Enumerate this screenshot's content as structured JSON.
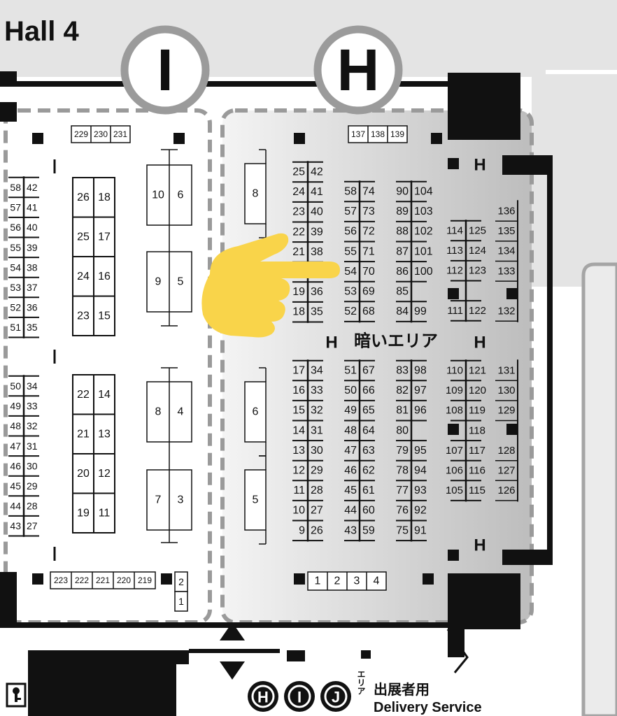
{
  "hall_title": "Hall 4",
  "area_letters": {
    "left_circle": "I",
    "right_circle": "H"
  },
  "dark_area_label": "暗いエリア",
  "hydrant_mark": "H",
  "delivery": {
    "circle_letters": [
      "H",
      "I",
      "J"
    ],
    "area_label": "エリア",
    "exhibitor_label": "出展者用",
    "service_label": "Delivery Service"
  },
  "colors": {
    "dark": "#111111",
    "hall_grey": "#dcdcdc",
    "dashed_border": "#9a9a9a",
    "circle_ring": "#9b9b9b",
    "pointer_hand": "#f9d44a"
  },
  "icons": [
    "pointing-hand-icon",
    "key-icon",
    "up-arrow-icon",
    "down-arrow-icon"
  ],
  "top_booths_left": [
    "229",
    "230",
    "231"
  ],
  "top_booths_right": [
    "137",
    "138",
    "139"
  ],
  "bottom_booths_left": [
    "223",
    "222",
    "221",
    "220",
    "219"
  ],
  "bottom_booths_right": [
    "1",
    "2",
    "3",
    "4"
  ],
  "side_booths_left": [
    "2",
    "1"
  ],
  "i_area": {
    "edge_top": [
      [
        "58",
        "42"
      ],
      [
        "57",
        "41"
      ],
      [
        "56",
        "40"
      ],
      [
        "55",
        "39"
      ],
      [
        "54",
        "38"
      ],
      [
        "53",
        "37"
      ],
      [
        "52",
        "36"
      ],
      [
        "51",
        "35"
      ]
    ],
    "edge_bottom": [
      [
        "50",
        "34"
      ],
      [
        "49",
        "33"
      ],
      [
        "48",
        "32"
      ],
      [
        "47",
        "31"
      ],
      [
        "46",
        "30"
      ],
      [
        "45",
        "29"
      ],
      [
        "44",
        "28"
      ],
      [
        "43",
        "27"
      ]
    ],
    "grid_top": [
      [
        "26",
        "18"
      ],
      [
        "25",
        "17"
      ],
      [
        "24",
        "16"
      ],
      [
        "23",
        "15"
      ]
    ],
    "grid_bottom": [
      [
        "22",
        "14"
      ],
      [
        "21",
        "13"
      ],
      [
        "20",
        "12"
      ],
      [
        "19",
        "11"
      ]
    ],
    "big_booths": [
      [
        "10",
        "6"
      ],
      [
        "9",
        "5"
      ],
      [
        "8",
        "4"
      ],
      [
        "7",
        "3"
      ]
    ]
  },
  "h_area": {
    "wall_booths": [
      "8",
      "6",
      "5"
    ],
    "col1_top": [
      [
        "25",
        "42"
      ],
      [
        "24",
        "41"
      ],
      [
        "23",
        "40"
      ],
      [
        "22",
        "39"
      ],
      [
        "21",
        "38"
      ],
      [
        "",
        ""
      ],
      [
        "19",
        "36"
      ],
      [
        "18",
        "35"
      ]
    ],
    "col2_top": [
      [
        "58",
        "74"
      ],
      [
        "57",
        "73"
      ],
      [
        "56",
        "72"
      ],
      [
        "55",
        "71"
      ],
      [
        "54",
        "70"
      ],
      [
        "53",
        "69"
      ],
      [
        "52",
        "68"
      ]
    ],
    "col3_top": [
      [
        "90",
        "104"
      ],
      [
        "89",
        "103"
      ],
      [
        "88",
        "102"
      ],
      [
        "87",
        "101"
      ],
      [
        "86",
        "100"
      ],
      [
        "85",
        ""
      ],
      [
        "84",
        "99"
      ]
    ],
    "col4_top": [
      [
        "114",
        "125"
      ],
      [
        "113",
        "124"
      ],
      [
        "112",
        "123"
      ],
      [
        "",
        ""
      ],
      [
        "111",
        "122"
      ]
    ],
    "col5_top": [
      "136",
      "135",
      "134",
      "133",
      "",
      "132"
    ],
    "col1_bottom": [
      [
        "17",
        "34"
      ],
      [
        "16",
        "33"
      ],
      [
        "15",
        "32"
      ],
      [
        "14",
        "31"
      ],
      [
        "13",
        "30"
      ],
      [
        "12",
        "29"
      ],
      [
        "11",
        "28"
      ],
      [
        "10",
        "27"
      ],
      [
        "9",
        "26"
      ]
    ],
    "col2_bottom": [
      [
        "51",
        "67"
      ],
      [
        "50",
        "66"
      ],
      [
        "49",
        "65"
      ],
      [
        "48",
        "64"
      ],
      [
        "47",
        "63"
      ],
      [
        "46",
        "62"
      ],
      [
        "45",
        "61"
      ],
      [
        "44",
        "60"
      ],
      [
        "43",
        "59"
      ]
    ],
    "col3_bottom": [
      [
        "83",
        "98"
      ],
      [
        "82",
        "97"
      ],
      [
        "81",
        "96"
      ],
      [
        "80",
        ""
      ],
      [
        "79",
        "95"
      ],
      [
        "78",
        "94"
      ],
      [
        "77",
        "93"
      ],
      [
        "76",
        "92"
      ],
      [
        "75",
        "91"
      ]
    ],
    "col4_bottom": [
      [
        "110",
        "121"
      ],
      [
        "109",
        "120"
      ],
      [
        "108",
        "119"
      ],
      [
        "",
        "118"
      ],
      [
        "107",
        "117"
      ],
      [
        "106",
        "116"
      ],
      [
        "105",
        "115"
      ]
    ],
    "col5_bottom": [
      "131",
      "130",
      "129",
      "",
      "128",
      "127",
      "126"
    ]
  }
}
